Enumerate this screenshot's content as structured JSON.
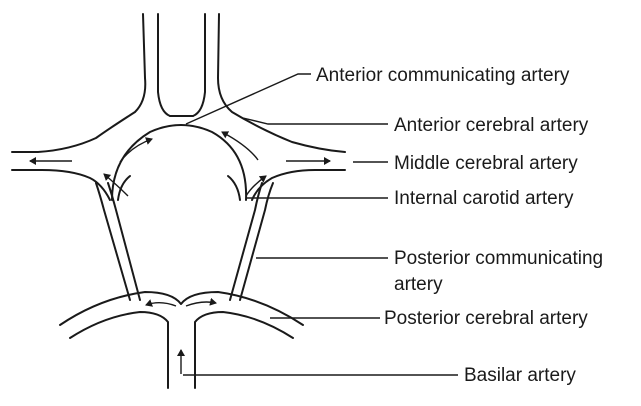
{
  "labels": {
    "anterior_communicating": "Anterior communicating artery",
    "anterior_cerebral": "Anterior cerebral artery",
    "middle_cerebral": "Middle cerebral artery",
    "internal_carotid": "Internal carotid artery",
    "posterior_communicating_line1": "Posterior communicating",
    "posterior_communicating_line2": "artery",
    "posterior_cerebral": "Posterior cerebral artery",
    "basilar": "Basilar artery"
  }
}
